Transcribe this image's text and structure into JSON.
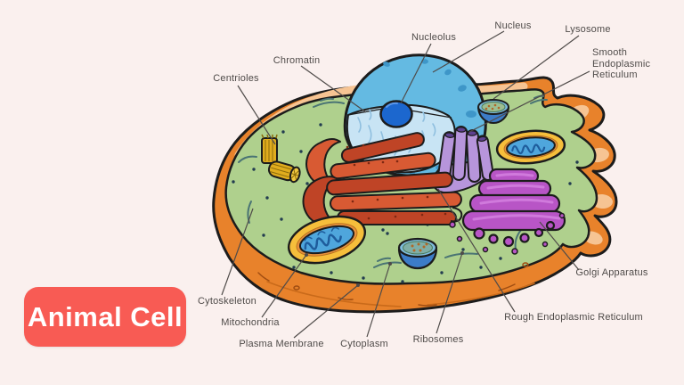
{
  "badge": {
    "label": "Animal Cell",
    "bg_color": "#F85B54",
    "text_color": "#FFFFFF"
  },
  "diagram": {
    "subject": "Labeled animal cell illustration",
    "labels": {
      "centrioles": "Centrioles",
      "chromatin": "Chromatin",
      "nucleolus": "Nucleolus",
      "nucleus": "Nucleus",
      "lysosome": "Lysosome",
      "smooth_er": "Smooth Endoplasmic Reticulum",
      "golgi": "Golgi Apparatus",
      "rough_er": "Rough Endoplasmic Reticulum",
      "ribosomes": "Ribosomes",
      "cytoplasm": "Cytoplasm",
      "plasma_membrane": "Plasma Membrane",
      "mitochondria": "Mitochondria",
      "cytoskeleton": "Cytoskeleton"
    },
    "colors": {
      "background": "#FAF0EE",
      "label_text": "#4F4B49",
      "leader_line": "#4F4B49",
      "outline": "#1C1C1C",
      "membrane_outer": "#E8822B",
      "membrane_inner": "#F6C493",
      "cytoplasm": "#AFD08D",
      "nucleus_shell": "#64BAE2",
      "nucleus_spots": "#3E96C8",
      "nucleus_face": "#C8E4F4",
      "chromatin_squiggle": "#8FBFDF",
      "nucleolus": "#1C67CE",
      "rough_er_light": "#D85A33",
      "rough_er_dark": "#BF4426",
      "smooth_er": "#B795DB",
      "smooth_er_slot": "#5E4090",
      "golgi": "#B855C6",
      "golgi_highlight": "#D07ADC",
      "mito_outer": "#F6BE3B",
      "mito_rim": "#E8913C",
      "mito_matrix": "#4FA6DC",
      "mito_cristae": "#1E5C9C",
      "lysosome_face": "#9DBE91",
      "vesicle_face": "#7FAEA6",
      "bowl_rim": "#7FBCDC",
      "bowl_body": "#3C7CC8",
      "centriole": "#E0AC1E",
      "cytoskeleton_filament": "#4A7474",
      "ribosome_dot": "#223C50"
    }
  }
}
